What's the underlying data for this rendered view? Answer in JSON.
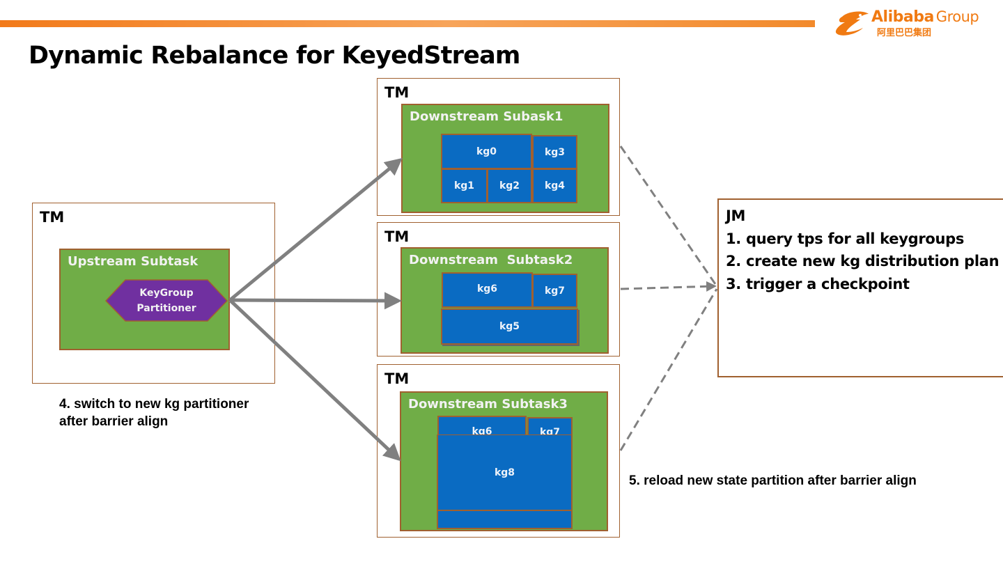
{
  "header": {
    "title": "Dynamic Rebalance for KeyedStream",
    "logo": {
      "name": "Alibaba",
      "suffix": "Group",
      "chinese": "阿里巴巴集团"
    },
    "bar_color": "#f27a1a"
  },
  "colors": {
    "tm_border": "#a0602f",
    "subtask_fill": "#70ad47",
    "keygroup_fill": "#0a6bc2",
    "partitioner_fill": "#7030a0",
    "arrow": "#808080"
  },
  "upstream": {
    "container_label": "TM",
    "subtask_label": "Upstream Subtask",
    "partitioner_line1": "KeyGroup",
    "partitioner_line2": "Partitioner"
  },
  "downstream": [
    {
      "container_label": "TM",
      "subtask_label": "Downstream Subask1",
      "keygroups": [
        "kg0",
        "kg3",
        "kg1",
        "kg2",
        "kg4"
      ]
    },
    {
      "container_label": "TM",
      "subtask_label": "Downstream  Subtask2",
      "keygroups": [
        "kg6",
        "kg7",
        "kg5"
      ]
    },
    {
      "container_label": "TM",
      "subtask_label": "Downstream Subtask3",
      "keygroups": [
        "kg6",
        "kg7",
        "kg8"
      ]
    }
  ],
  "jm": {
    "label": "JM",
    "steps": [
      "1. query tps for all keygroups",
      "2. create new kg distribution plan",
      "3. trigger a checkpoint"
    ]
  },
  "notes": {
    "step4_line1": "4. switch to new kg partitioner",
    "step4_line2": "after barrier align",
    "step5": "5. reload new state partition after barrier align"
  }
}
